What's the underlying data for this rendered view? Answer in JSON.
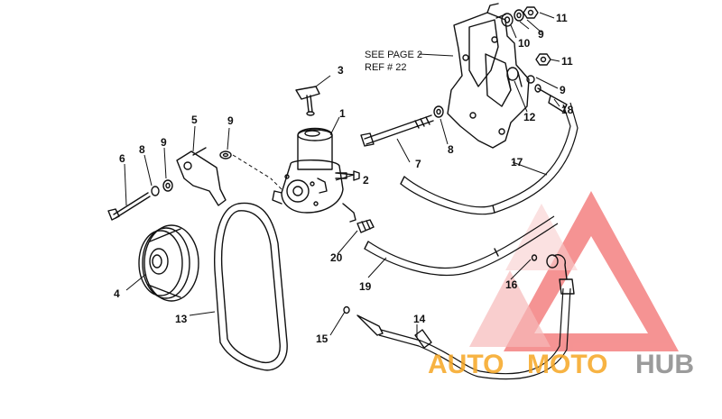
{
  "note": {
    "line1": "SEE PAGE 2",
    "line2": "REF # 22"
  },
  "callouts": [
    {
      "id": "c1",
      "text": "1"
    },
    {
      "id": "c2",
      "text": "2"
    },
    {
      "id": "c3",
      "text": "3"
    },
    {
      "id": "c4",
      "text": "4"
    },
    {
      "id": "c5",
      "text": "5"
    },
    {
      "id": "c6",
      "text": "6"
    },
    {
      "id": "c7",
      "text": "7"
    },
    {
      "id": "c8a",
      "text": "8"
    },
    {
      "id": "c8b",
      "text": "8"
    },
    {
      "id": "c9a",
      "text": "9"
    },
    {
      "id": "c9b",
      "text": "9"
    },
    {
      "id": "c9c",
      "text": "9"
    },
    {
      "id": "c9d",
      "text": "9"
    },
    {
      "id": "c10",
      "text": "10"
    },
    {
      "id": "c11a",
      "text": "11"
    },
    {
      "id": "c11b",
      "text": "11"
    },
    {
      "id": "c12",
      "text": "12"
    },
    {
      "id": "c13",
      "text": "13"
    },
    {
      "id": "c14",
      "text": "14"
    },
    {
      "id": "c15",
      "text": "15"
    },
    {
      "id": "c16",
      "text": "16"
    },
    {
      "id": "c17",
      "text": "17"
    },
    {
      "id": "c18",
      "text": "18"
    },
    {
      "id": "c19",
      "text": "19"
    },
    {
      "id": "c20",
      "text": "20"
    }
  ],
  "watermark": {
    "word1": "AUTO",
    "word2": "MOTO",
    "word3": "HUB"
  },
  "colors": {
    "line": "#111111",
    "watermark_red": "#ee3b3b",
    "watermark_orange": "#f6a623",
    "watermark_gray": "#8a8a8a"
  }
}
